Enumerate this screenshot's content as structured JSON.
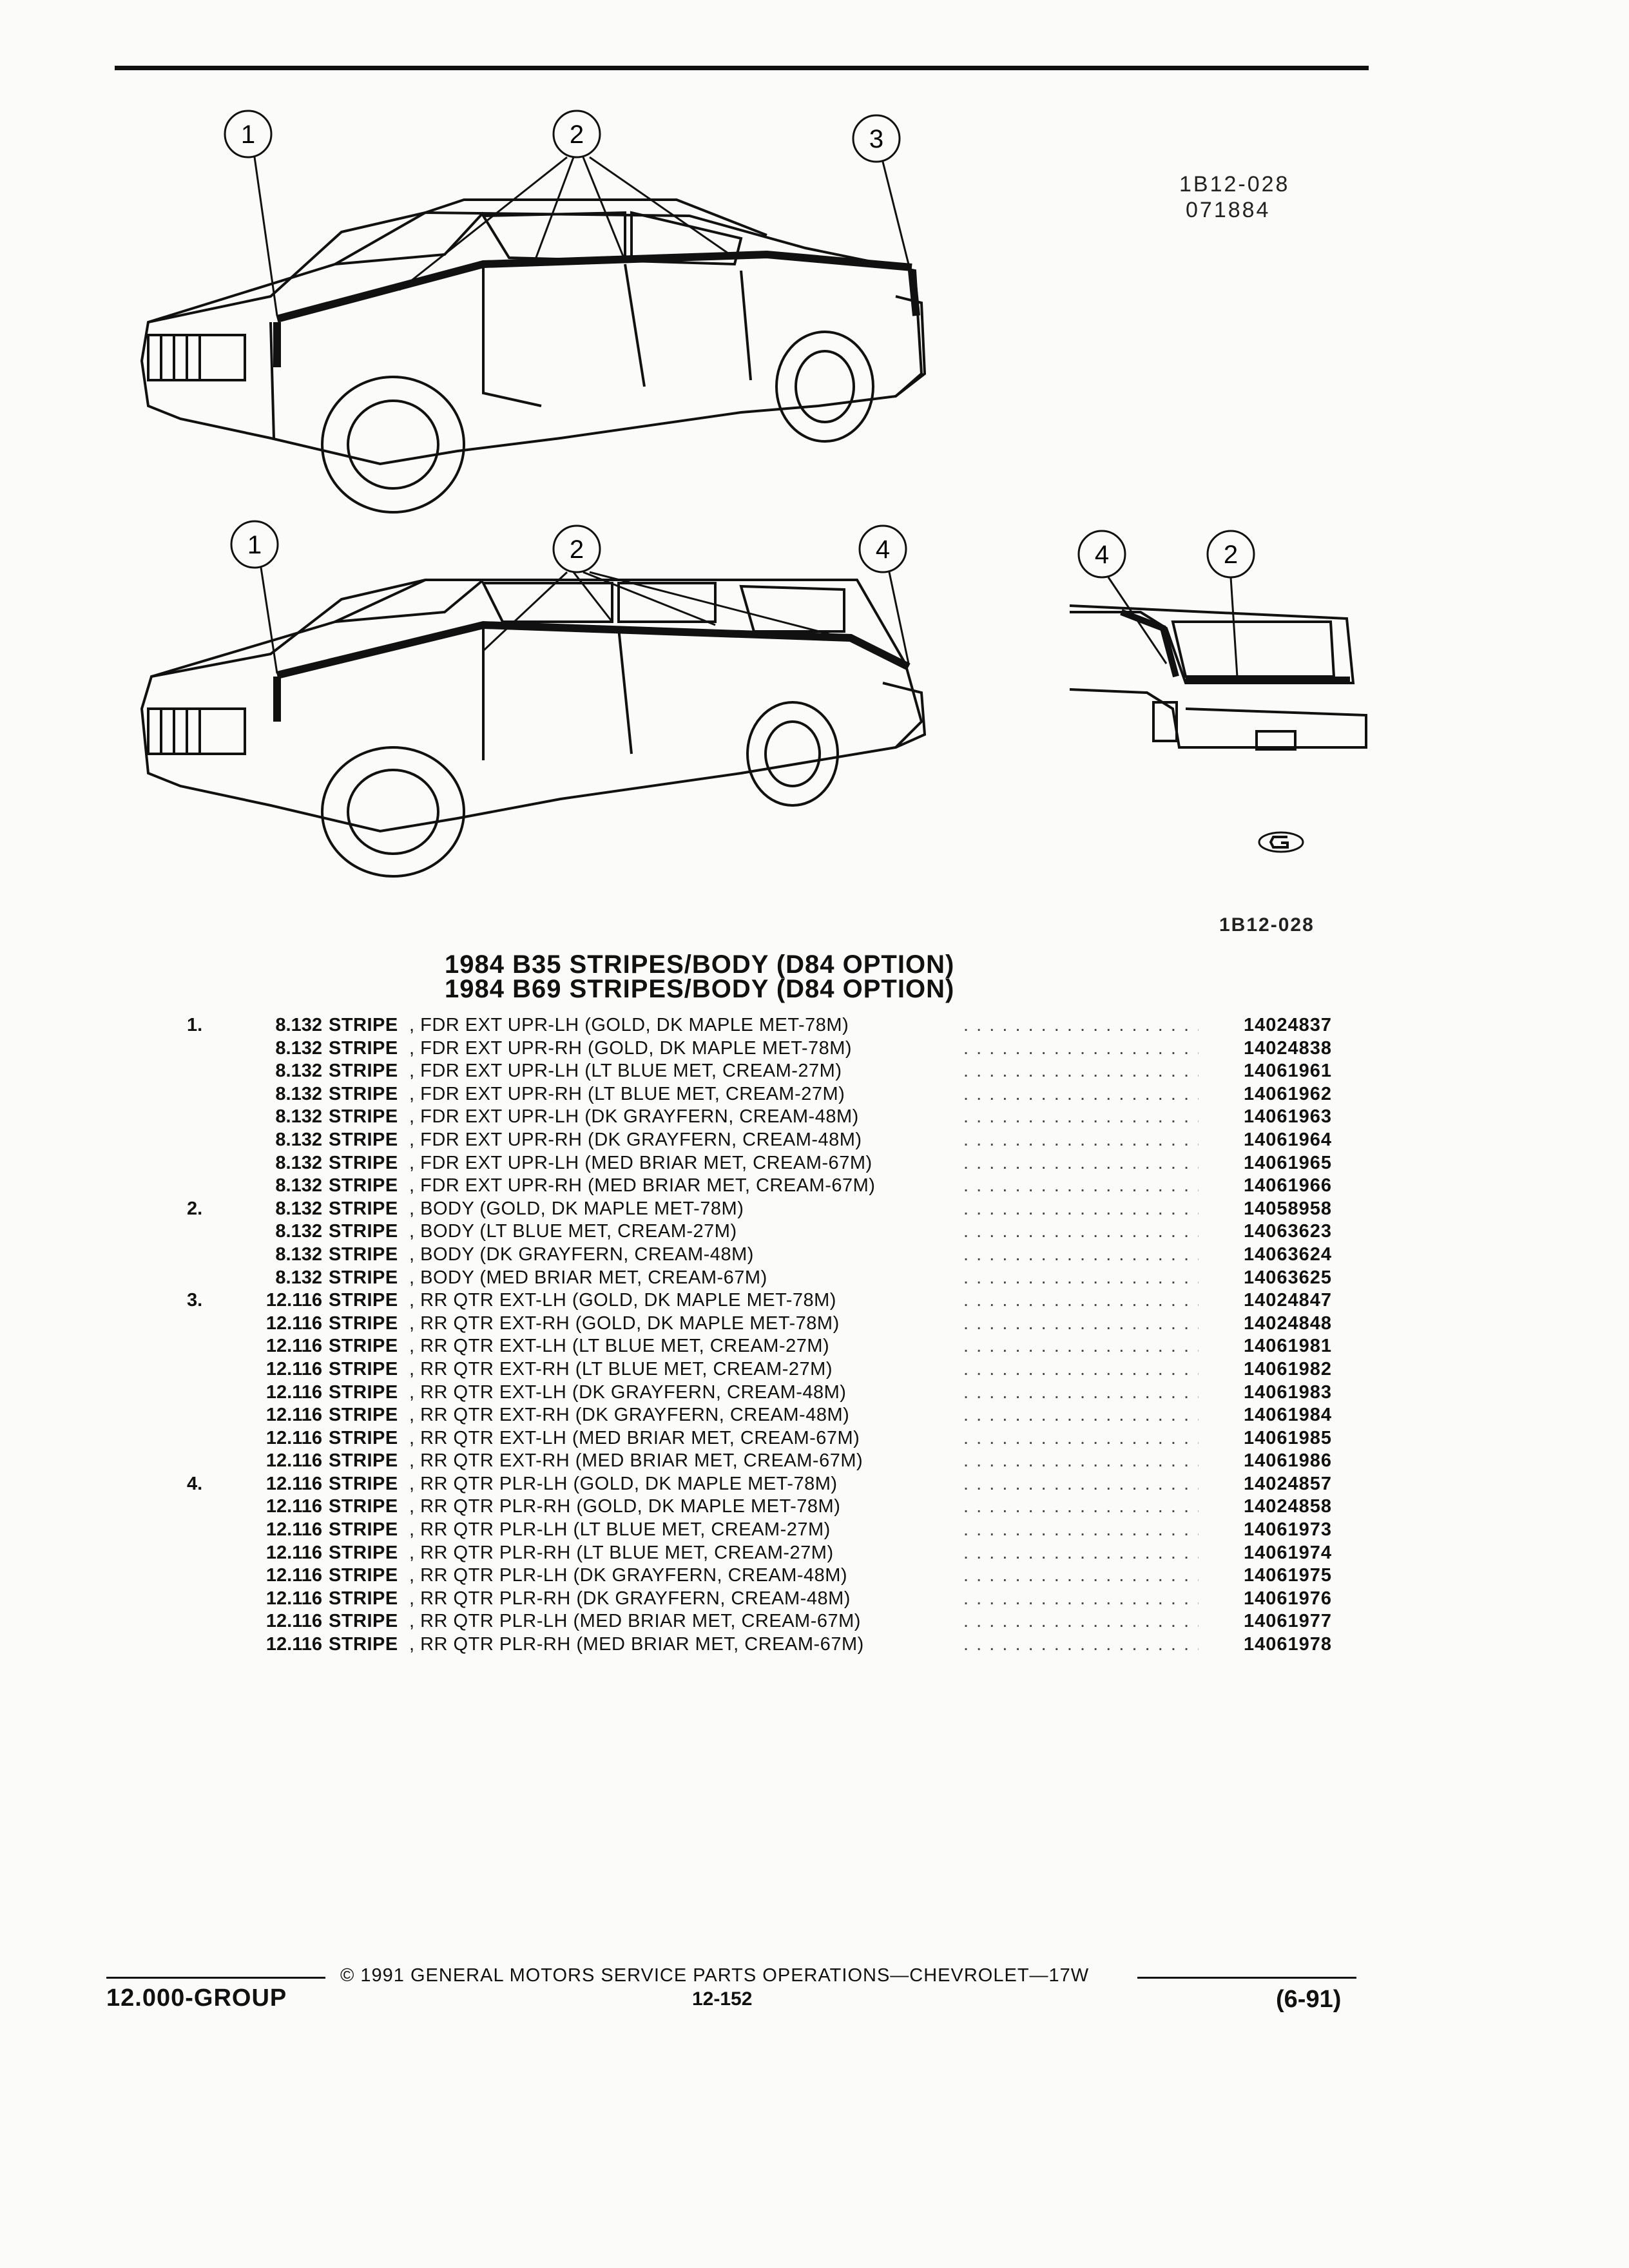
{
  "header": {
    "ref_code": "1B12-028",
    "ref_date": "071884",
    "bottom_ref": "1B12-028"
  },
  "diagram": {
    "callouts": {
      "sedan": [
        "1",
        "2",
        "3"
      ],
      "wagon": [
        "1",
        "2",
        "4"
      ],
      "rear": [
        "4",
        "2"
      ]
    }
  },
  "titles": [
    "1984 B35 STRIPES/BODY (D84 OPTION)",
    "1984 B69 STRIPES/BODY (D84 OPTION)"
  ],
  "parts": [
    {
      "item": "1.",
      "group": "8.132",
      "name": "STRIPE",
      "desc": ", FDR EXT UPR-LH (GOLD, DK MAPLE MET-78M)",
      "part_number": "14024837"
    },
    {
      "item": "",
      "group": "8.132",
      "name": "STRIPE",
      "desc": ", FDR EXT UPR-RH (GOLD, DK MAPLE MET-78M)",
      "part_number": "14024838"
    },
    {
      "item": "",
      "group": "8.132",
      "name": "STRIPE",
      "desc": ", FDR EXT UPR-LH (LT BLUE MET, CREAM-27M)",
      "part_number": "14061961"
    },
    {
      "item": "",
      "group": "8.132",
      "name": "STRIPE",
      "desc": ", FDR EXT UPR-RH (LT BLUE MET, CREAM-27M)",
      "part_number": "14061962"
    },
    {
      "item": "",
      "group": "8.132",
      "name": "STRIPE",
      "desc": ", FDR EXT UPR-LH (DK GRAYFERN, CREAM-48M)",
      "part_number": "14061963"
    },
    {
      "item": "",
      "group": "8.132",
      "name": "STRIPE",
      "desc": ", FDR EXT UPR-RH (DK GRAYFERN, CREAM-48M)",
      "part_number": "14061964"
    },
    {
      "item": "",
      "group": "8.132",
      "name": "STRIPE",
      "desc": ", FDR EXT UPR-LH (MED BRIAR MET, CREAM-67M)",
      "part_number": "14061965"
    },
    {
      "item": "",
      "group": "8.132",
      "name": "STRIPE",
      "desc": ", FDR EXT UPR-RH (MED BRIAR MET, CREAM-67M)",
      "part_number": "14061966"
    },
    {
      "item": "2.",
      "group": "8.132",
      "name": "STRIPE",
      "desc": ", BODY (GOLD, DK MAPLE MET-78M)",
      "part_number": "14058958"
    },
    {
      "item": "",
      "group": "8.132",
      "name": "STRIPE",
      "desc": ", BODY (LT BLUE MET, CREAM-27M)",
      "part_number": "14063623"
    },
    {
      "item": "",
      "group": "8.132",
      "name": "STRIPE",
      "desc": ", BODY (DK GRAYFERN, CREAM-48M)",
      "part_number": "14063624"
    },
    {
      "item": "",
      "group": "8.132",
      "name": "STRIPE",
      "desc": ", BODY (MED BRIAR MET, CREAM-67M)",
      "part_number": "14063625"
    },
    {
      "item": "3.",
      "group": "12.116",
      "name": "STRIPE",
      "desc": ", RR QTR EXT-LH (GOLD, DK MAPLE MET-78M)",
      "part_number": "14024847"
    },
    {
      "item": "",
      "group": "12.116",
      "name": "STRIPE",
      "desc": ", RR QTR EXT-RH (GOLD, DK MAPLE MET-78M)",
      "part_number": "14024848"
    },
    {
      "item": "",
      "group": "12.116",
      "name": "STRIPE",
      "desc": ", RR QTR EXT-LH (LT BLUE MET, CREAM-27M)",
      "part_number": "14061981"
    },
    {
      "item": "",
      "group": "12.116",
      "name": "STRIPE",
      "desc": ", RR QTR EXT-RH (LT BLUE MET, CREAM-27M)",
      "part_number": "14061982"
    },
    {
      "item": "",
      "group": "12.116",
      "name": "STRIPE",
      "desc": ", RR QTR EXT-LH (DK GRAYFERN, CREAM-48M)",
      "part_number": "14061983"
    },
    {
      "item": "",
      "group": "12.116",
      "name": "STRIPE",
      "desc": ", RR QTR EXT-RH (DK GRAYFERN, CREAM-48M)",
      "part_number": "14061984"
    },
    {
      "item": "",
      "group": "12.116",
      "name": "STRIPE",
      "desc": ", RR QTR EXT-LH (MED BRIAR MET, CREAM-67M)",
      "part_number": "14061985"
    },
    {
      "item": "",
      "group": "12.116",
      "name": "STRIPE",
      "desc": ", RR QTR EXT-RH (MED BRIAR MET, CREAM-67M)",
      "part_number": "14061986"
    },
    {
      "item": "4.",
      "group": "12.116",
      "name": "STRIPE",
      "desc": ", RR QTR PLR-LH (GOLD, DK MAPLE MET-78M)",
      "part_number": "14024857"
    },
    {
      "item": "",
      "group": "12.116",
      "name": "STRIPE",
      "desc": ", RR QTR PLR-RH (GOLD, DK MAPLE MET-78M)",
      "part_number": "14024858"
    },
    {
      "item": "",
      "group": "12.116",
      "name": "STRIPE",
      "desc": ", RR QTR PLR-LH (LT BLUE MET, CREAM-27M)",
      "part_number": "14061973"
    },
    {
      "item": "",
      "group": "12.116",
      "name": "STRIPE",
      "desc": ", RR QTR PLR-RH (LT BLUE MET, CREAM-27M)",
      "part_number": "14061974"
    },
    {
      "item": "",
      "group": "12.116",
      "name": "STRIPE",
      "desc": ", RR QTR PLR-LH (DK GRAYFERN, CREAM-48M)",
      "part_number": "14061975"
    },
    {
      "item": "",
      "group": "12.116",
      "name": "STRIPE",
      "desc": ", RR QTR PLR-RH (DK GRAYFERN, CREAM-48M)",
      "part_number": "14061976"
    },
    {
      "item": "",
      "group": "12.116",
      "name": "STRIPE",
      "desc": ", RR QTR PLR-LH (MED BRIAR MET, CREAM-67M)",
      "part_number": "14061977"
    },
    {
      "item": "",
      "group": "12.116",
      "name": "STRIPE",
      "desc": ", RR QTR PLR-RH (MED BRIAR MET, CREAM-67M)",
      "part_number": "14061978"
    }
  ],
  "footer": {
    "copyright": "© 1991 GENERAL MOTORS SERVICE PARTS OPERATIONS—CHEVROLET—17W",
    "group": "12.000-GROUP",
    "page_number": "12-152",
    "date": "(6-91)"
  }
}
